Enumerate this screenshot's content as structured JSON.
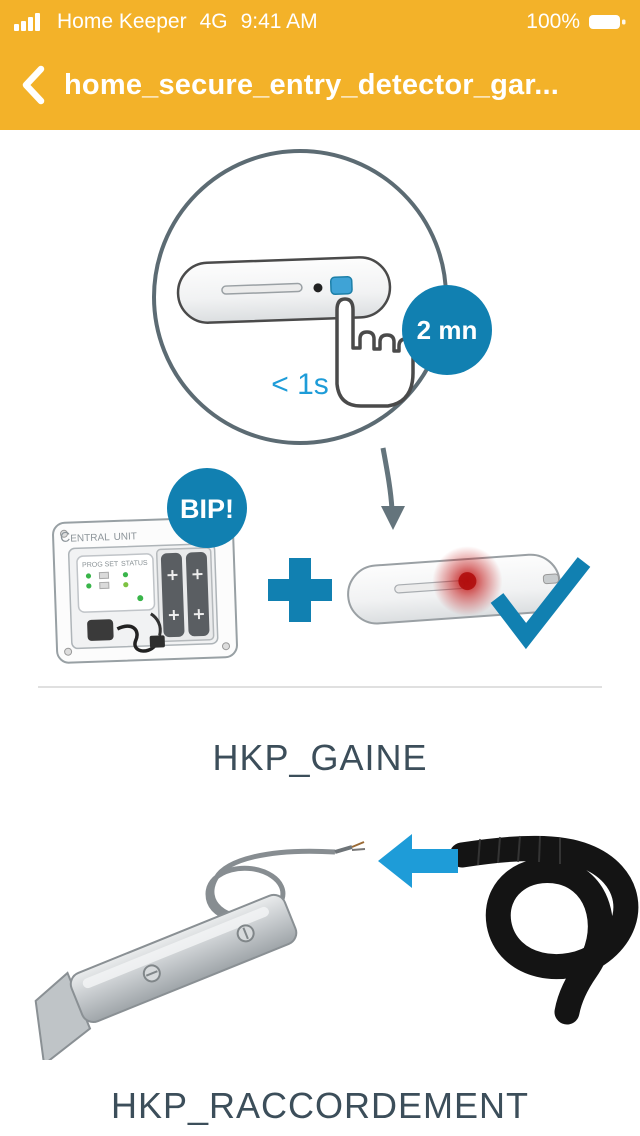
{
  "status_bar": {
    "carrier": "Home Keeper",
    "network": "4G",
    "time": "9:41 AM",
    "battery_percent": "100%"
  },
  "nav": {
    "title": "home_secure_entry_detector_gar..."
  },
  "pairing": {
    "press_duration": "< 1s",
    "wait_badge": "2 mn",
    "bip_badge": "BIP!",
    "plus_symbol": "+",
    "central_unit_label": "Central unit",
    "board": {
      "prog_set": "PROG SET",
      "status": "STATUS"
    }
  },
  "sections": {
    "gaine": "HKP_GAINE",
    "raccordement": "HKP_RACCORDEMENT"
  },
  "colors": {
    "header_yellow": "#F3B229",
    "accent_blue": "#1180B1",
    "bright_blue": "#1E9CD8",
    "led_red": "#C00D0D",
    "outline_gray": "#5C6B73",
    "heading_text": "#3C4E5A"
  }
}
